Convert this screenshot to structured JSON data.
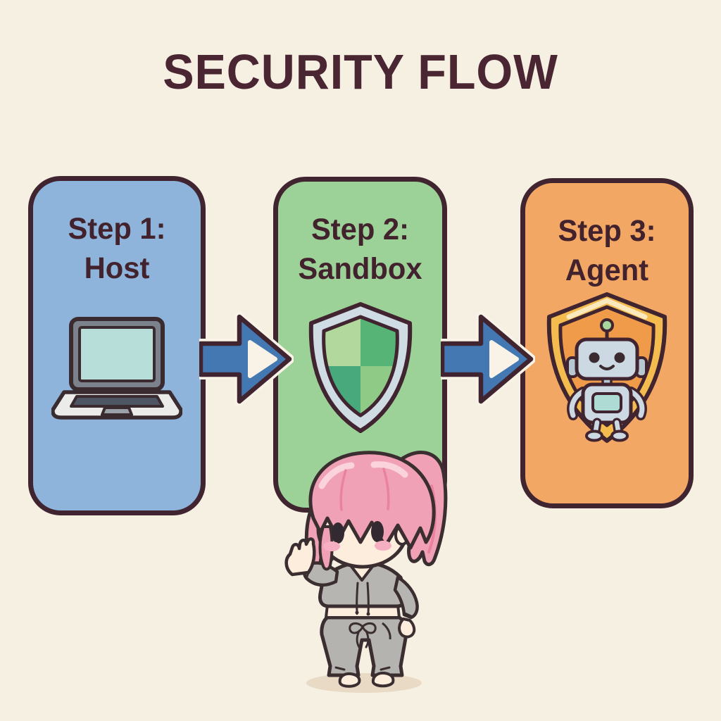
{
  "title": "SECURITY FLOW",
  "steps": [
    {
      "line1": "Step 1:",
      "line2": "Host",
      "icon": "laptop-icon",
      "color": "#8fb4dc"
    },
    {
      "line1": "Step 2:",
      "line2": "Sandbox",
      "icon": "shield-icon",
      "color": "#9cd198"
    },
    {
      "line1": "Step 3:",
      "line2": "Agent",
      "icon": "robot-shield-icon",
      "color": "#f3a764"
    }
  ],
  "arrows": [
    {
      "name": "arrow-host-to-sandbox",
      "direction": "right",
      "color": "#4478b3"
    },
    {
      "name": "arrow-sandbox-to-agent",
      "direction": "right",
      "color": "#4478b3"
    }
  ],
  "mascot": {
    "name": "chibi-girl-mascot",
    "hair_color": "#f1a1b5",
    "outfit_color": "#b7b5b2",
    "pose": "presenting with raised hand"
  },
  "colors": {
    "background": "#f6f0e3",
    "outline": "#402430",
    "title_text": "#4a2633",
    "arrow_blue": "#4478b3",
    "arrow_halo": "#f8f3e6",
    "laptop_screen": "#b7ded8",
    "shield_rim_silver": "#cfdce4",
    "shield_green_quadrants": [
      "#b2d89d",
      "#57b477",
      "#47a97c",
      "#90ca87"
    ],
    "agent_shield_gold": "#f4bb4f",
    "agent_shield_inner": "#ef9b4a",
    "robot_body": "#ccd9e2"
  }
}
